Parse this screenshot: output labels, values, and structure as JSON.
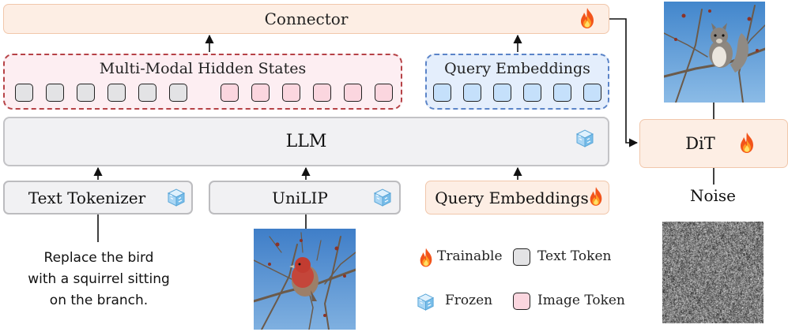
{
  "connector": {
    "label": "Connector"
  },
  "hidden_states": {
    "title": "Multi-Modal Hidden States",
    "text_tokens": 6,
    "image_tokens": 6
  },
  "query_group": {
    "title": "Query Embeddings",
    "tokens": 6
  },
  "llm": {
    "label": "LLM"
  },
  "text_tokenizer": {
    "label": "Text Tokenizer"
  },
  "unilip": {
    "label": "UniLIP"
  },
  "query_embeddings": {
    "label": "Query Embeddings"
  },
  "instruction": {
    "line1": "Replace the bird",
    "line2": "with a squirrel sitting",
    "line3": "on the branch."
  },
  "dit": {
    "label": "DiT"
  },
  "noise": {
    "label": "Noise"
  },
  "legend": {
    "trainable": "Trainable",
    "frozen": "Frozen",
    "text_token": "Text Token",
    "image_token": "Image Token"
  },
  "icons": {
    "trainable": "flame-icon",
    "frozen": "ice-cube-icon"
  },
  "colors": {
    "trainable_fill": "#fdeee4",
    "frozen_fill": "#f1f1f3",
    "hidden_states_border": "#b64246",
    "query_border": "#5b84c8",
    "text_token": "#e3e3e5",
    "image_token": "#fbd6df",
    "query_token": "#c5e0fb"
  }
}
